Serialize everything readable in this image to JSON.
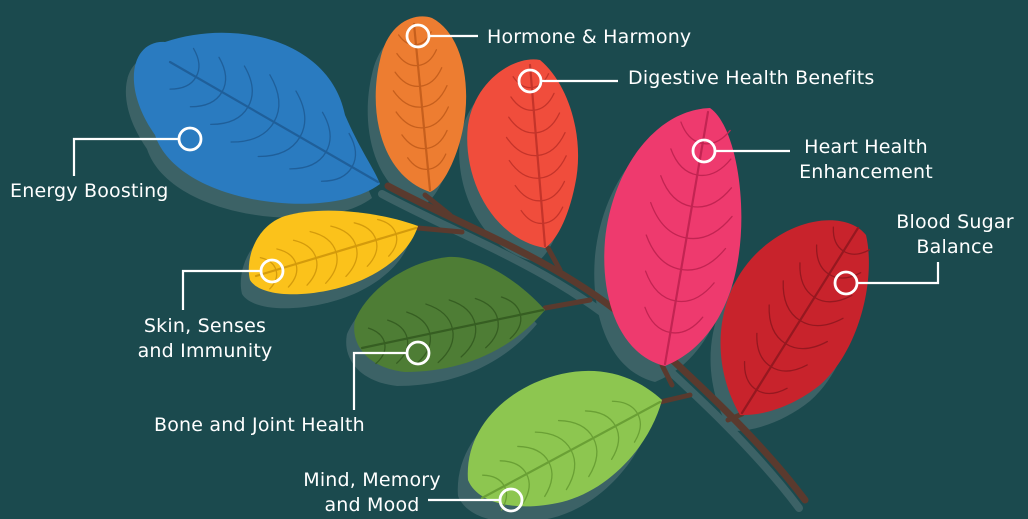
{
  "colors": {
    "background": "#1b4a4e",
    "shadow": "#3c6266",
    "stem": "#5a3a2e",
    "connector": "#ffffff"
  },
  "leaves": [
    {
      "label_lines": [
        "Energy Boosting"
      ],
      "color": "#2a7bc0",
      "vein": "#1f5f9a"
    },
    {
      "label_lines": [
        "Hormone & Harmony"
      ],
      "color": "#ed7d31",
      "vein": "#c65f1d"
    },
    {
      "label_lines": [
        "Digestive Health Benefits"
      ],
      "color": "#f04d3c",
      "vein": "#c4342a"
    },
    {
      "label_lines": [
        "Heart Health",
        "Enhancement"
      ],
      "color": "#ee3a6e",
      "vein": "#c22452"
    },
    {
      "label_lines": [
        "Blood Sugar",
        "Balance"
      ],
      "color": "#c8232c",
      "vein": "#961820"
    },
    {
      "label_lines": [
        "Skin, Senses",
        "and Immunity"
      ],
      "color": "#fbc21b",
      "vein": "#d49b0c"
    },
    {
      "label_lines": [
        "Bone and Joint Health"
      ],
      "color": "#4e7d35",
      "vein": "#365e22"
    },
    {
      "label_lines": [
        "Mind, Memory",
        "and Mood"
      ],
      "color": "#8dc650",
      "vein": "#6aa035"
    }
  ]
}
